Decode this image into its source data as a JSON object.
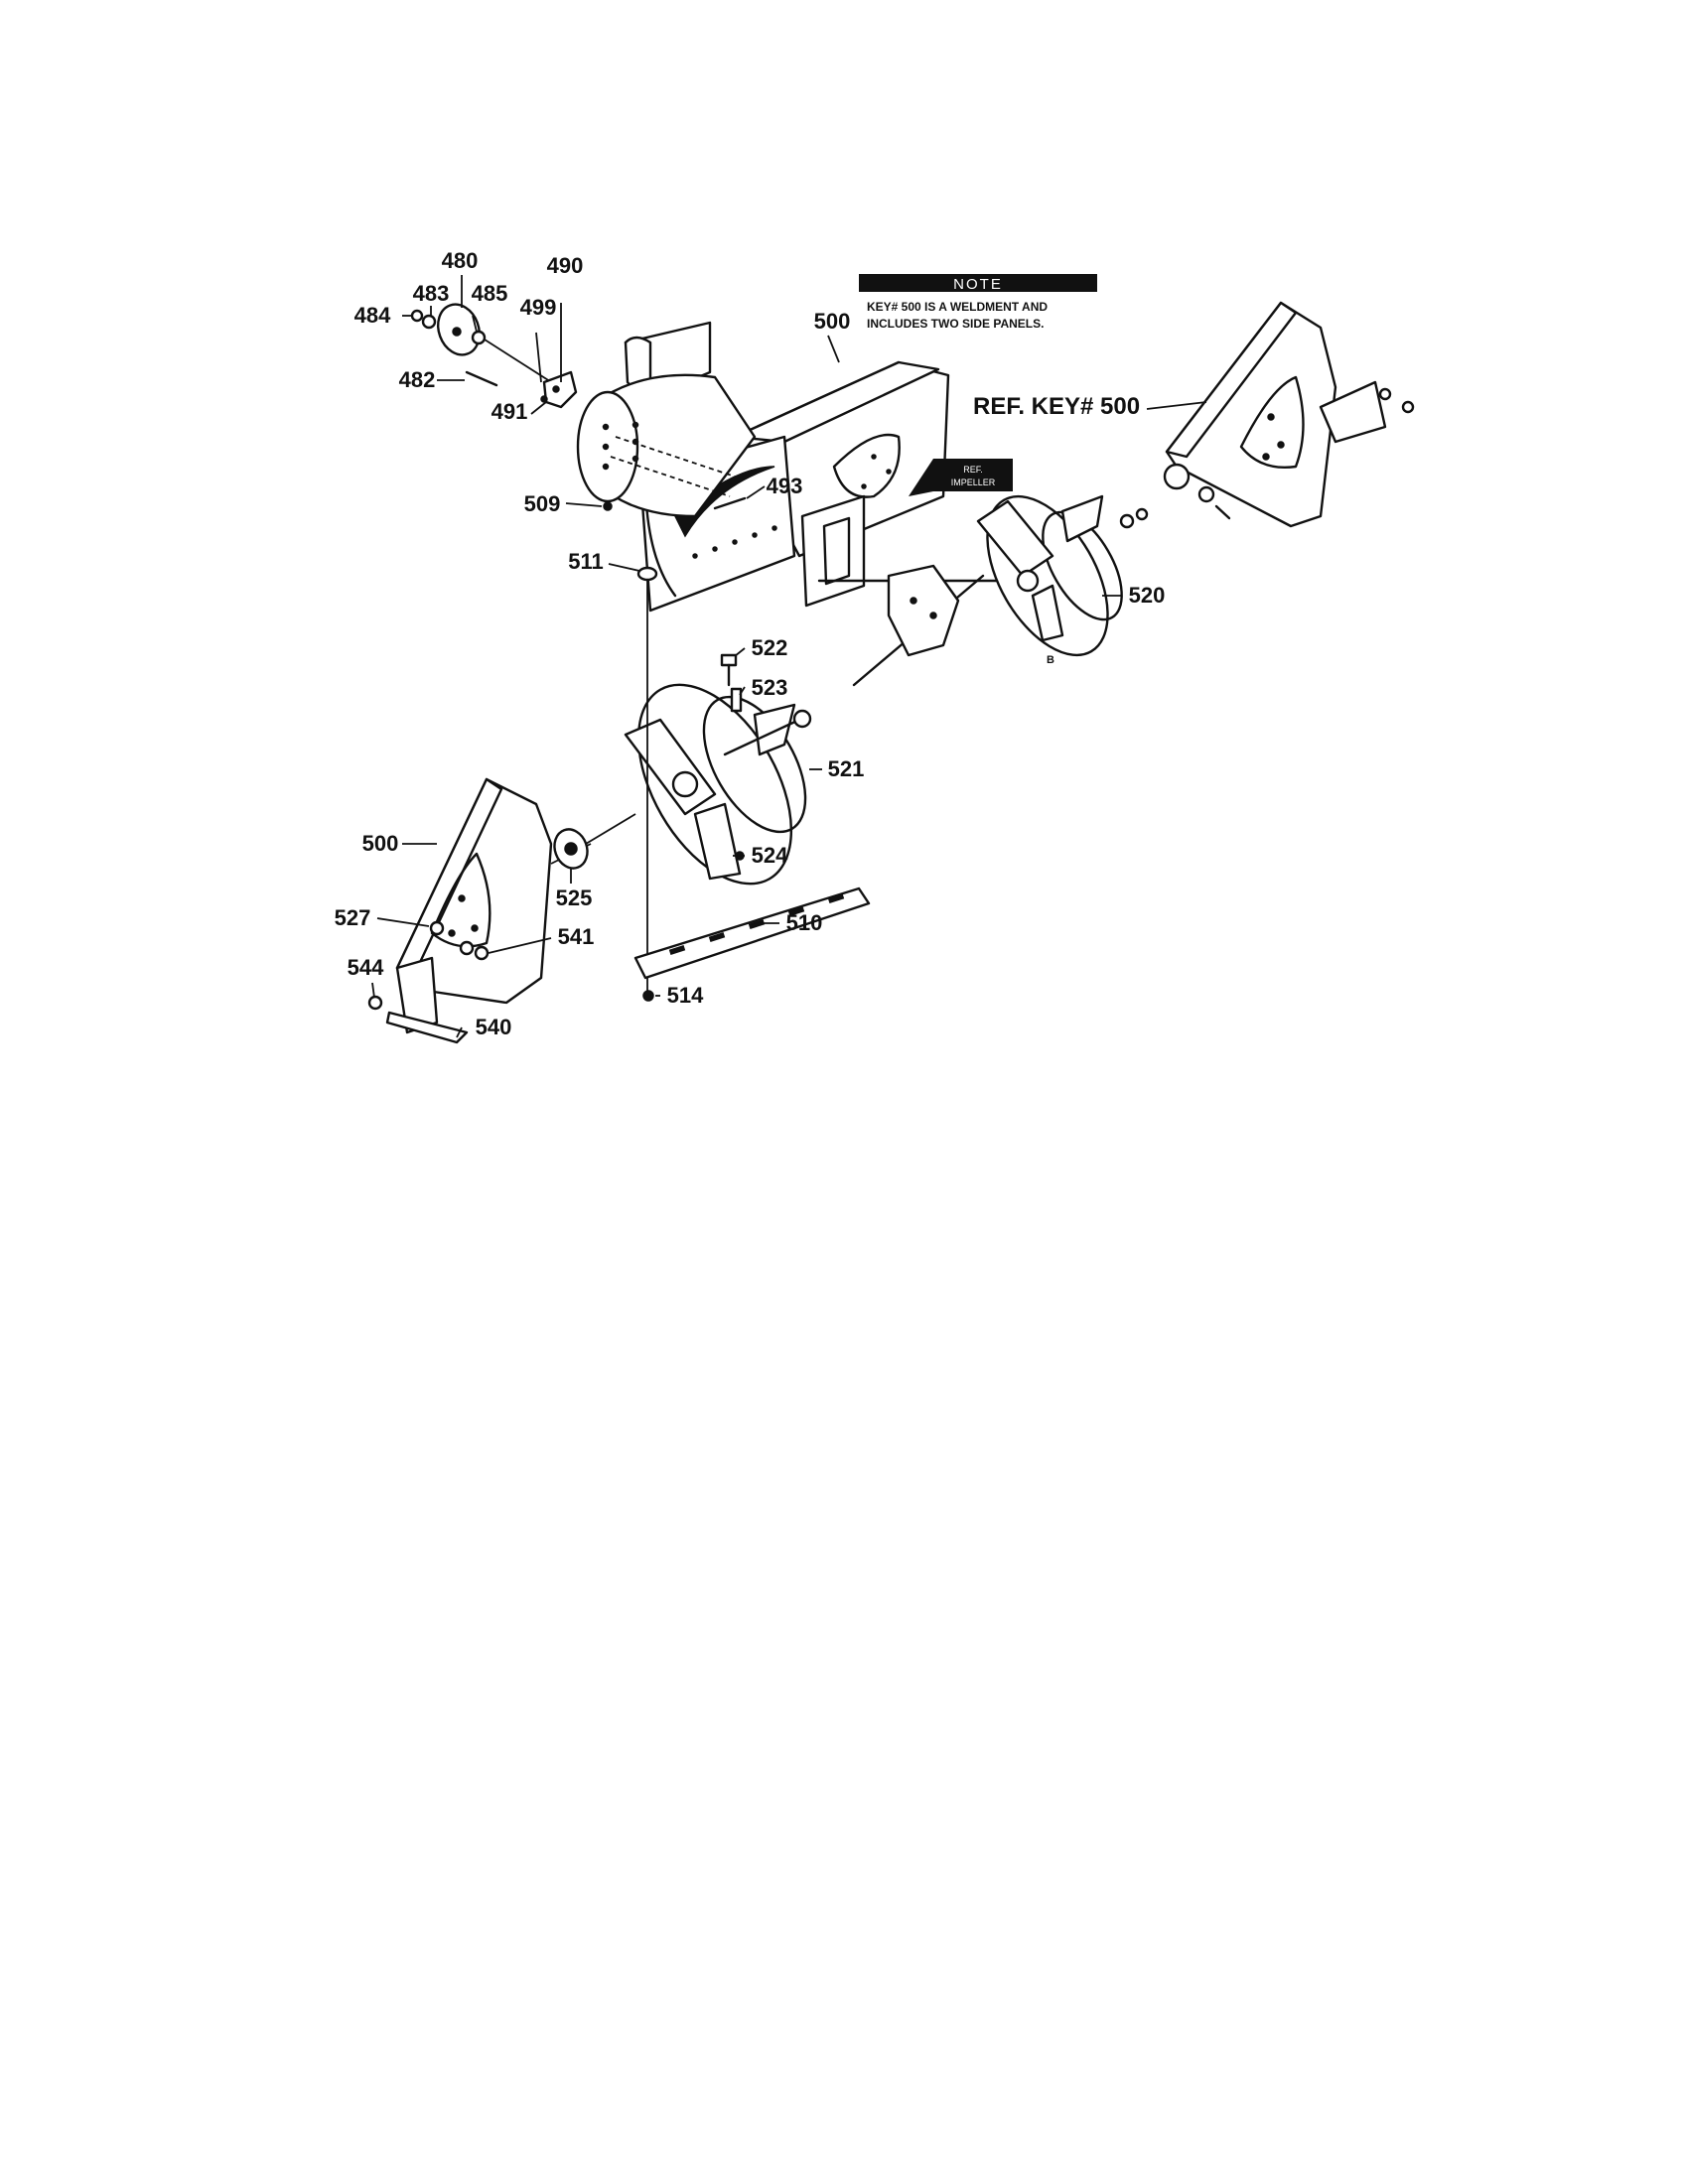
{
  "note": {
    "title": "NOTE",
    "line1": "KEY# 500 IS A WELDMENT AND",
    "line2": "INCLUDES TWO SIDE PANELS."
  },
  "ref_impeller": {
    "line1": "REF.",
    "line2": "IMPELLER"
  },
  "ref_key_label": "REF. KEY# 500",
  "marker_b": "B",
  "labels": {
    "p480": "480",
    "p483": "483",
    "p485": "485",
    "p484": "484",
    "p490": "490",
    "p499": "499",
    "p482": "482",
    "p491": "491",
    "p500_top": "500",
    "p509": "509",
    "p493": "493",
    "p511": "511",
    "p520": "520",
    "p522": "522",
    "p523": "523",
    "p521": "521",
    "p500_left": "500",
    "p524": "524",
    "p525": "525",
    "p510": "510",
    "p527": "527",
    "p541": "541",
    "p544": "544",
    "p540": "540",
    "p514": "514"
  }
}
